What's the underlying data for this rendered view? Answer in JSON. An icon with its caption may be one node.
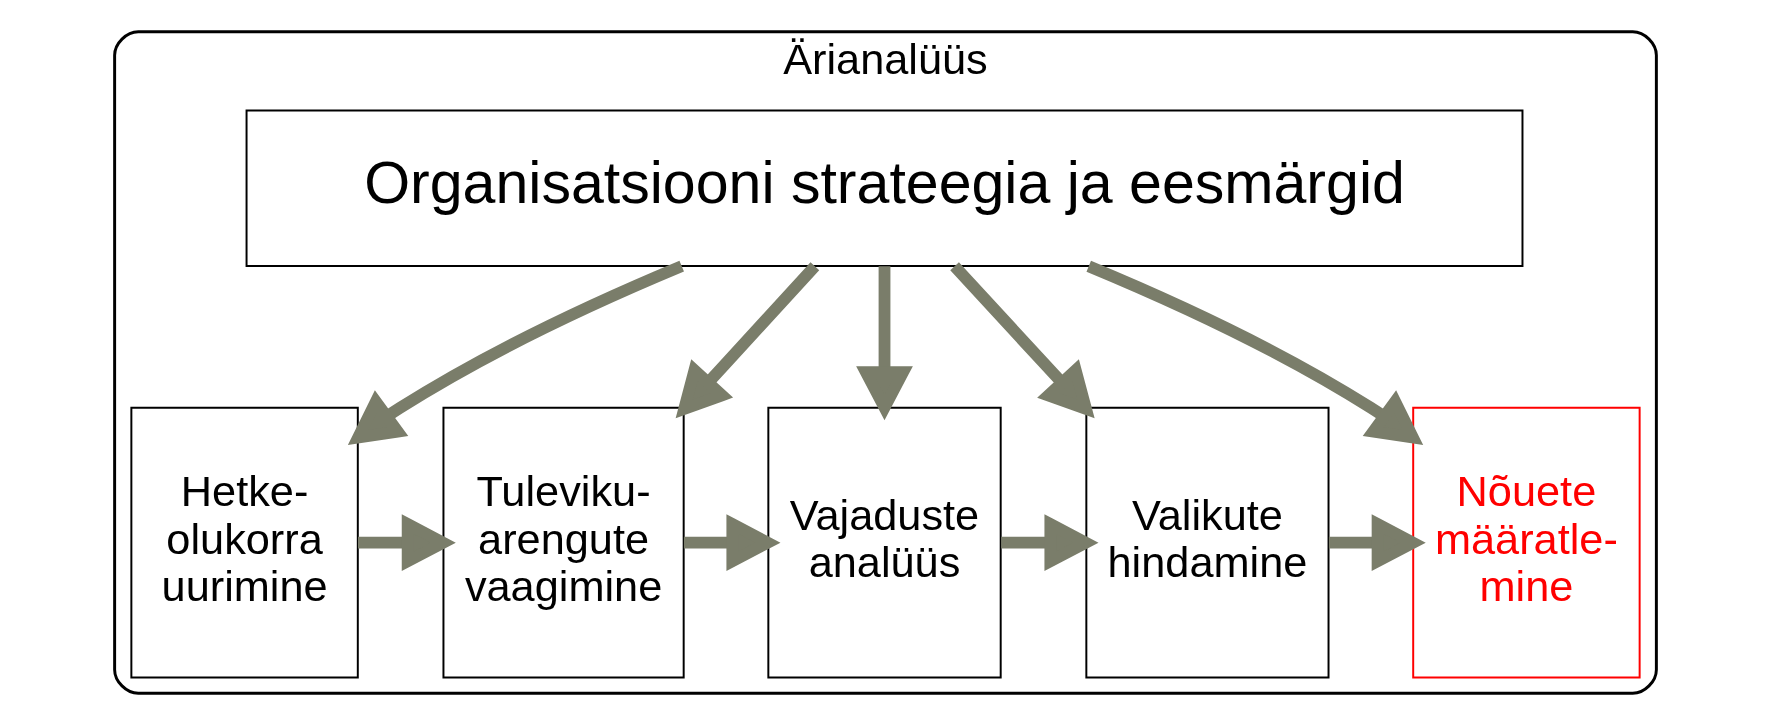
{
  "diagram": {
    "nodes": [
      {
        "text": [
          "Ärianalüüs"
        ]
      },
      {
        "text": [
          "Organisatsiooni strateegia ja eesmärgid"
        ],
        "in": 0
      },
      {
        "text": [
          "Hetke- olukorra uurimine"
        ],
        "in": 0
      },
      {
        "text": [
          "Tuleviku- arengute vaagimine"
        ],
        "in": 0
      },
      {
        "text": [
          "Vajaduste analüüs"
        ],
        "in": 0
      },
      {
        "text": [
          "Valikute hindamine"
        ],
        "in": 0
      },
      {
        "text": [
          "Nõuete määratle- mine"
        ],
        "in": 0
      }
    ],
    "edges": [
      {
        "from": 1,
        "to": 2,
        "arrow": "to"
      },
      {
        "from": 1,
        "to": 3,
        "arrow": "to"
      },
      {
        "from": 1,
        "to": 4,
        "arrow": "to"
      },
      {
        "from": 1,
        "to": 5,
        "arrow": "to"
      },
      {
        "from": 1,
        "to": 6,
        "arrow": "to"
      },
      {
        "from": 2,
        "to": 3,
        "arrow": "to"
      },
      {
        "from": 3,
        "to": 4,
        "arrow": "to"
      },
      {
        "from": 4,
        "to": 5,
        "arrow": "to"
      },
      {
        "from": 5,
        "to": 6,
        "arrow": "to"
      }
    ]
  }
}
